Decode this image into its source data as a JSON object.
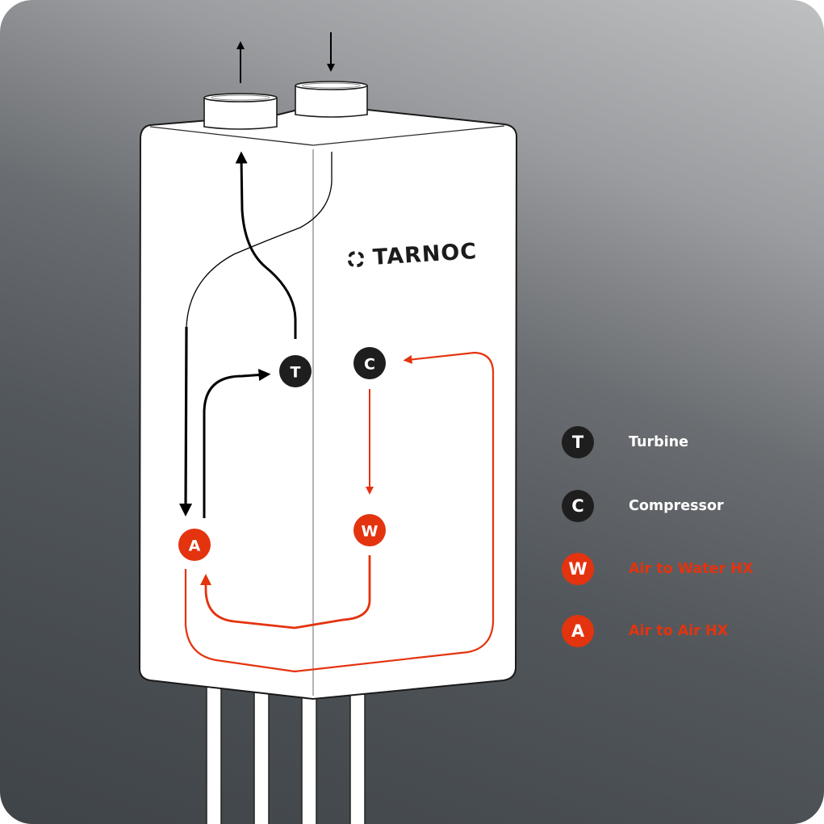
{
  "brand": {
    "name": "TARNOC",
    "logo_icon": "tarnoc-swirl-logo-icon"
  },
  "colors": {
    "accent_red": "#e4330f",
    "component_dark": "#1e1e1e",
    "unit_body": "#ffffff",
    "background_top": "#bfc0c2",
    "background_bottom": "#3f4448",
    "legend_text_light": "#ffffff"
  },
  "diagram": {
    "nodes": [
      {
        "id": "T",
        "label": "T",
        "name": "Turbine",
        "color": "#1e1e1e"
      },
      {
        "id": "C",
        "label": "C",
        "name": "Compressor",
        "color": "#1e1e1e"
      },
      {
        "id": "W",
        "label": "W",
        "name": "Air to Water HX",
        "color": "#e4330f"
      },
      {
        "id": "A",
        "label": "A",
        "name": "Air to Air HX",
        "color": "#e4330f"
      }
    ],
    "flows": [
      {
        "from": "intake-port",
        "to": "A",
        "color": "black"
      },
      {
        "from": "A",
        "to": "T",
        "color": "black"
      },
      {
        "from": "T",
        "to": "exhaust-port",
        "color": "black"
      },
      {
        "from": "C",
        "to": "W",
        "color": "red"
      },
      {
        "from": "W",
        "to": "A",
        "color": "red"
      },
      {
        "from": "A",
        "to": "C",
        "color": "red"
      }
    ],
    "ports": [
      {
        "id": "exhaust-port",
        "direction": "out"
      },
      {
        "id": "intake-port",
        "direction": "in"
      }
    ]
  },
  "legend": {
    "items": [
      {
        "badge": "T",
        "label": "Turbine",
        "badge_color": "#1e1e1e",
        "text_color": "#ffffff"
      },
      {
        "badge": "C",
        "label": "Compressor",
        "badge_color": "#1e1e1e",
        "text_color": "#ffffff"
      },
      {
        "badge": "W",
        "label": "Air to Water HX",
        "badge_color": "#e4330f",
        "text_color": "#e4330f"
      },
      {
        "badge": "A",
        "label": "Air to Air HX",
        "badge_color": "#e4330f",
        "text_color": "#e4330f"
      }
    ]
  }
}
